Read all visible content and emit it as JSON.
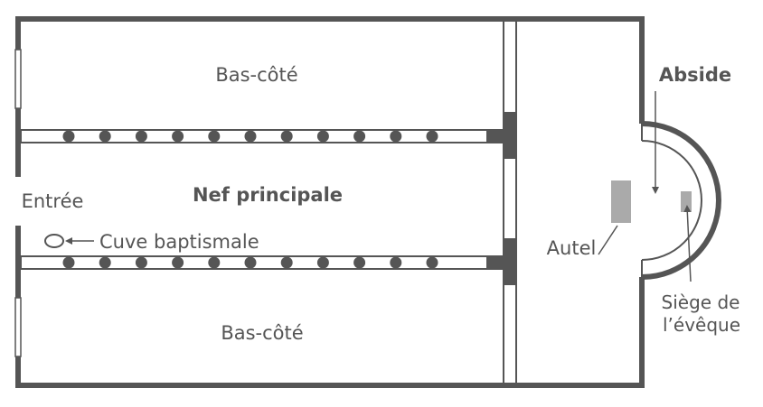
{
  "labels": {
    "aisle_top": "Bas-côté",
    "aisle_bottom": "Bas-côté",
    "nave": "Nef principale",
    "entrance": "Entrée",
    "font": "Cuve baptismale",
    "apse": "Abside",
    "altar": "Autel",
    "bishop_line1": "Siège de",
    "bishop_line2": "l’évêque"
  },
  "colors": {
    "wall": "#555555",
    "column": "#555555",
    "fill": "#aaaaaa",
    "text": "#555555"
  }
}
